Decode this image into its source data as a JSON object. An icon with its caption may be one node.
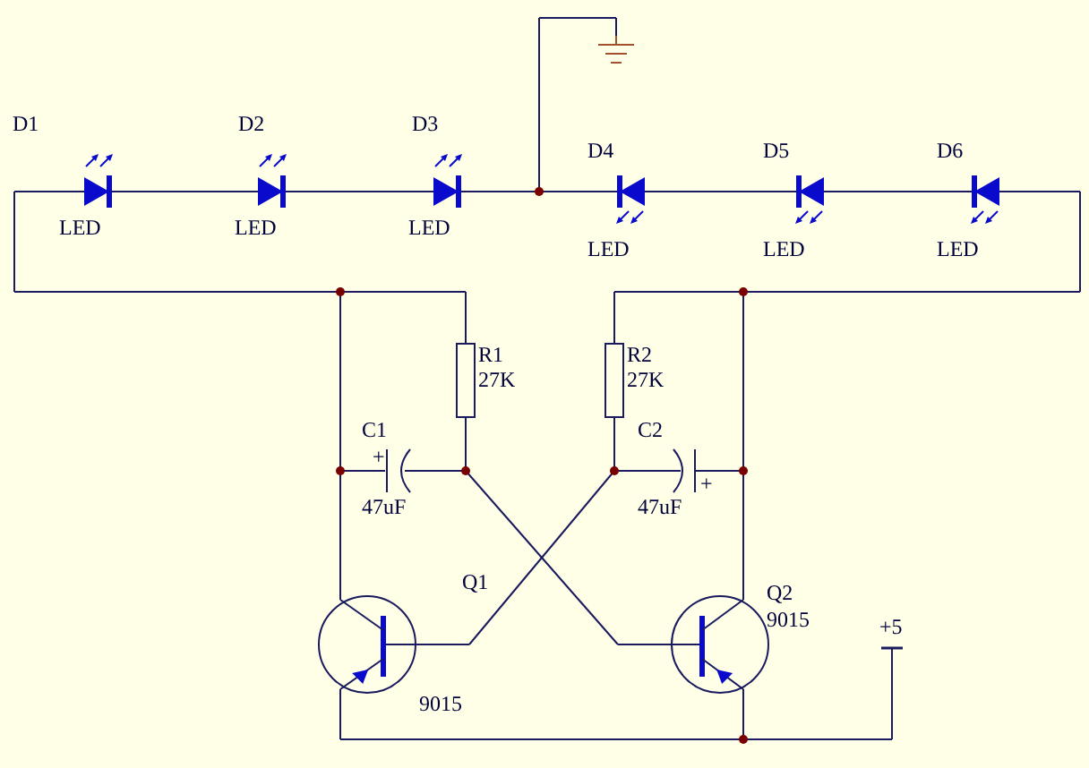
{
  "diagram": {
    "labels": [
      "D1",
      "D2",
      "D3",
      "LED",
      "LED",
      "LED",
      "D4",
      "D5",
      "D6",
      "LED",
      "LED",
      "LED",
      "R1",
      "27K",
      "R2",
      "27K",
      "C1",
      "C2",
      "+",
      "+",
      "47uF",
      "47uF",
      "Q1",
      "Q2",
      "9015",
      "+5",
      "9015"
    ]
  }
}
